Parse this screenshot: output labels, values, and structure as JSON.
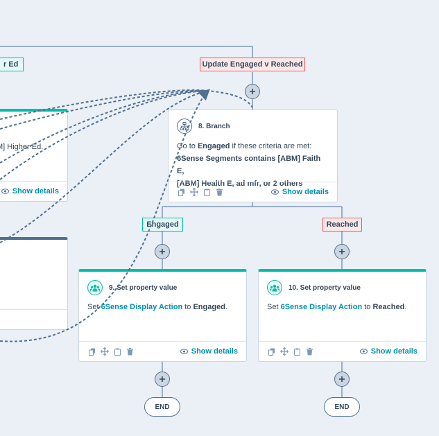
{
  "branch_labels": {
    "left_partial": "r Ed",
    "top": "Update Engaged v Reached",
    "engaged": "Engaged",
    "reached": "Reached"
  },
  "left_card_top": {
    "body_fragment": "M] Higher Ed.",
    "show_details": "Show details"
  },
  "branch_card": {
    "title": "8. Branch",
    "body_go_to": "Go to ",
    "body_target": "Engaged",
    "body_rest": " if these criteria are met:",
    "criteria_line1": "6Sense Segments contains [ABM] Faith E,",
    "criteria_line2": "[ABM] Health E, ad mfr, or 2 others",
    "show_details": "Show details"
  },
  "card_9": {
    "title": "9. Set property value",
    "set": "Set ",
    "property": "6Sense Display Action",
    "to": " to ",
    "value": "Engaged",
    "period": ".",
    "show_details": "Show details"
  },
  "card_10": {
    "title": "10. Set property value",
    "set": "Set ",
    "property": "6Sense Display Action",
    "to": " to ",
    "value": "Reached",
    "period": ".",
    "show_details": "Show details"
  },
  "end_nodes": {
    "left": "END",
    "right": "END"
  },
  "colors": {
    "teal": "#00bda5",
    "slate": "#516f90",
    "link": "#0091ae",
    "canvas": "#eaf0f6",
    "red_label": "#f2545b"
  },
  "icons": [
    "branch-icon",
    "people-icon",
    "copy-icon",
    "move-icon",
    "clone-icon",
    "trash-icon",
    "eye-icon",
    "plus-icon"
  ]
}
